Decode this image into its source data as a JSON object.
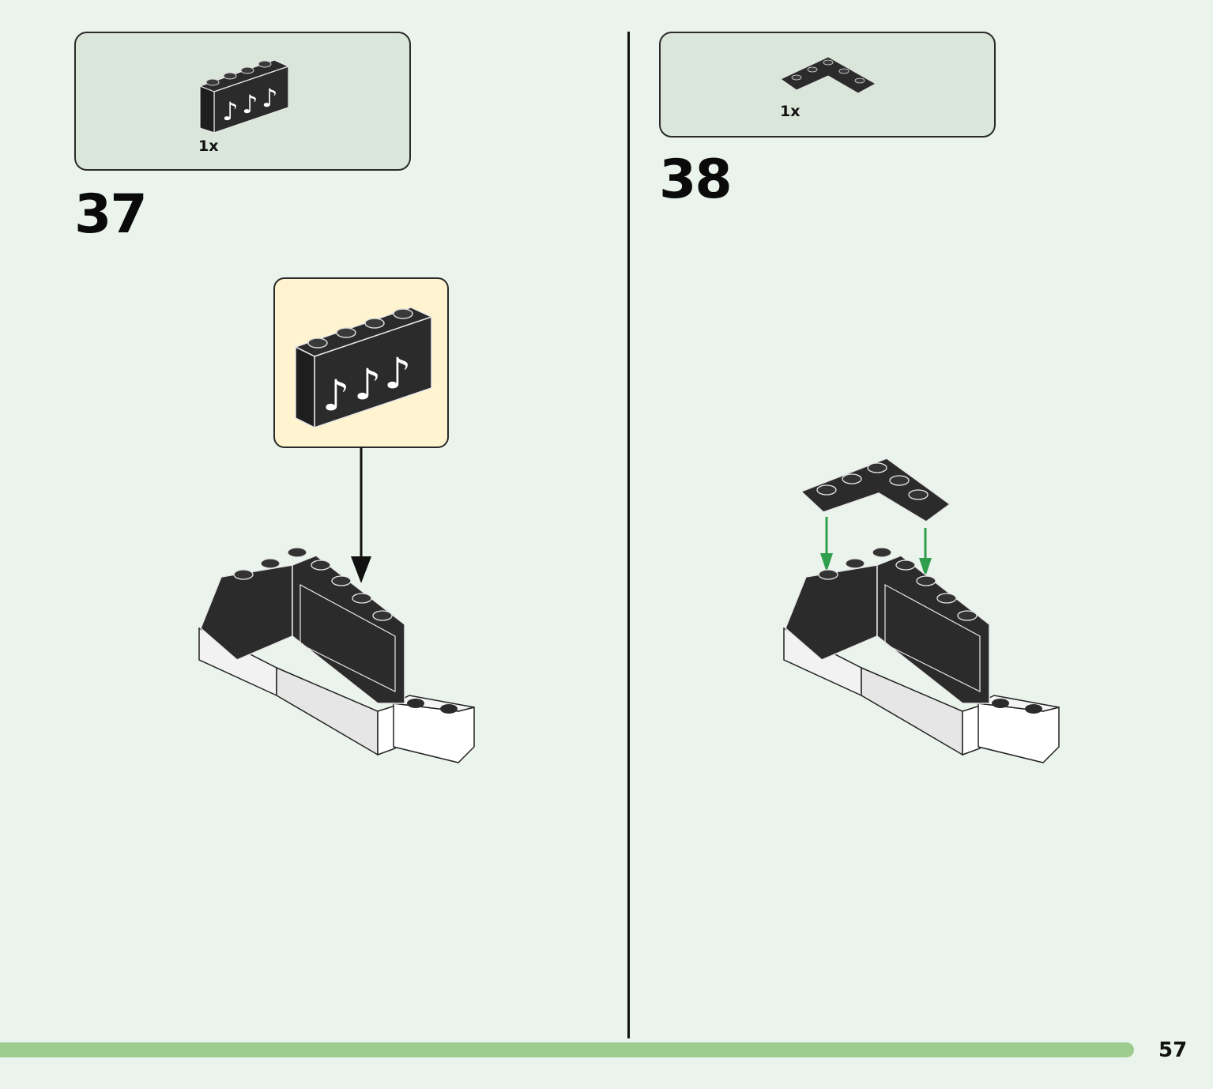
{
  "steps": [
    {
      "number": "37",
      "parts": [
        {
          "qty": "1x",
          "icon": "panel-music-notes-icon"
        }
      ]
    },
    {
      "number": "38",
      "parts": [
        {
          "qty": "1x",
          "icon": "plate-corner-icon"
        }
      ]
    }
  ],
  "page_number": "57",
  "colors": {
    "background": "#eaf4ec",
    "parts_box": "#d9e6d9",
    "callout": "#fff4cf",
    "progress_bar": "#9ccc8e",
    "arrow_green": "#2e9e4a"
  }
}
